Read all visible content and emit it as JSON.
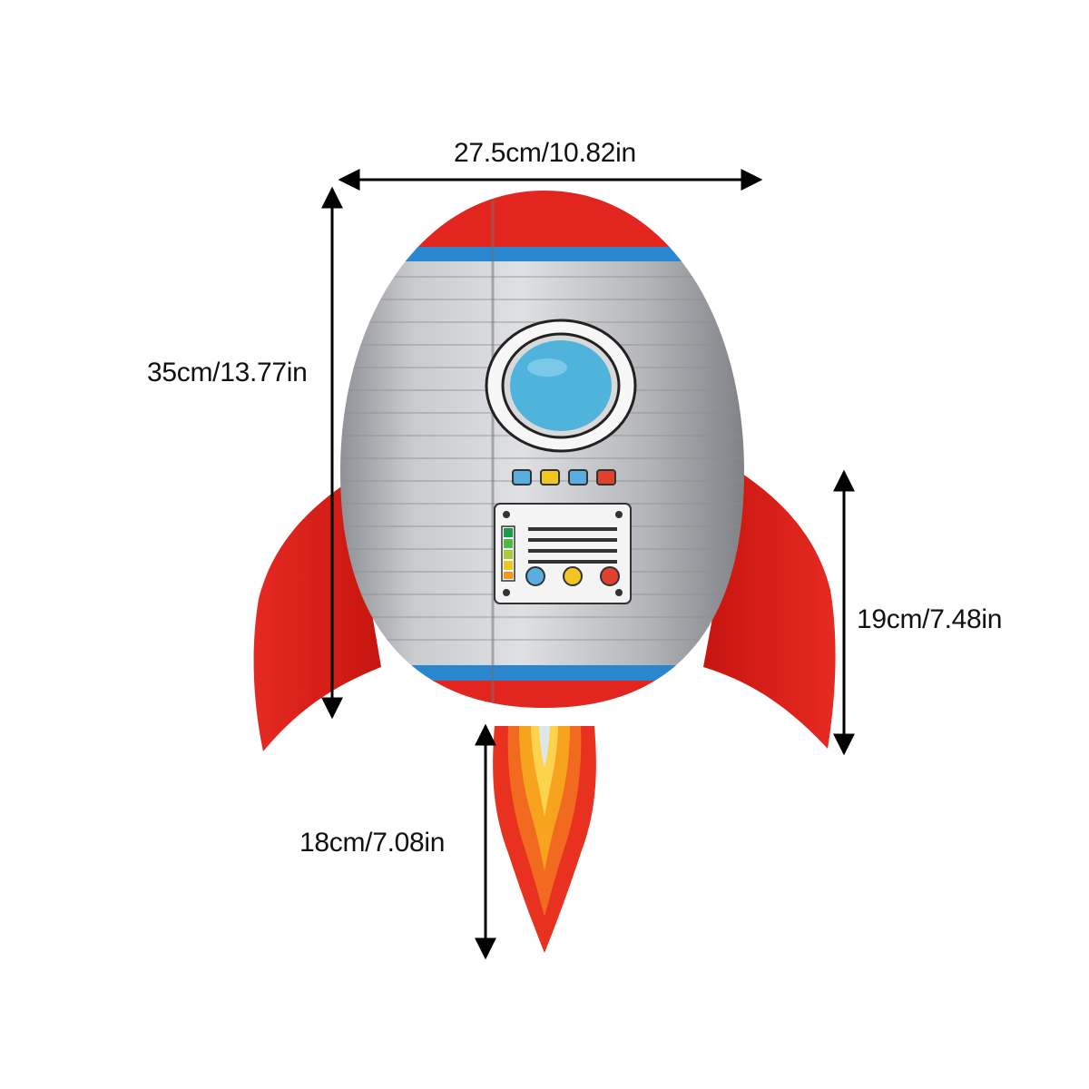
{
  "dimensions": {
    "width_label": "27.5cm/10.82in",
    "height_label": "35cm/13.77in",
    "fin_label": "19cm/7.48in",
    "flame_label": "18cm/7.08in"
  },
  "colors": {
    "rocket_silver": "#aeb0b4",
    "nose_red": "#e2261f",
    "stripe_blue": "#2a86cf",
    "porthole_blue": "#4fb3dc",
    "flame_orange": "#f59a1d",
    "flame_yellow": "#fcd34d",
    "arrow_black": "#000000"
  },
  "panel_lights": [
    "#5aaedf",
    "#f2c523",
    "#5aaedf",
    "#e0412d"
  ],
  "panel_buttons": [
    "#5aaedf",
    "#f2c523",
    "#e0412d"
  ],
  "icons": [
    "rocket-lantern-icon",
    "porthole-icon",
    "control-panel-icon",
    "flame-icon"
  ]
}
